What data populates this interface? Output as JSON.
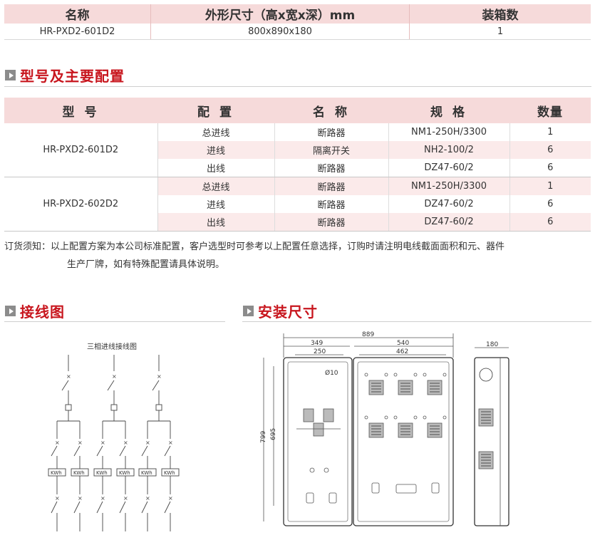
{
  "top_table": {
    "headers": [
      "名称",
      "外形尺寸（高x宽x深）mm",
      "装箱数"
    ],
    "row": [
      "HR-PXD2-601D2",
      "800x890x180",
      "1"
    ]
  },
  "section1": {
    "title": "型号及主要配置"
  },
  "config_table": {
    "headers": [
      "型 号",
      "配 置",
      "名 称",
      "规 格",
      "数量"
    ],
    "groups": [
      {
        "model": "HR-PXD2-601D2",
        "rows": [
          [
            "总进线",
            "断路器",
            "NM1-250H/3300",
            "1"
          ],
          [
            "进线",
            "隔离开关",
            "NH2-100/2",
            "6"
          ],
          [
            "出线",
            "断路器",
            "DZ47-60/2",
            "6"
          ]
        ]
      },
      {
        "model": "HR-PXD2-602D2",
        "rows": [
          [
            "总进线",
            "断路器",
            "NM1-250H/3300",
            "1"
          ],
          [
            "进线",
            "断路器",
            "DZ47-60/2",
            "6"
          ],
          [
            "出线",
            "断路器",
            "DZ47-60/2",
            "6"
          ]
        ]
      }
    ]
  },
  "note": {
    "line1": "订货须知：以上配置方案为本公司标准配置，客户选型时可参考以上配置任意选择，订购时请注明电线截面面积和元、器件",
    "line2": "生产厂牌，如有特殊配置请具体说明。"
  },
  "section2": {
    "title": "接线图"
  },
  "section3": {
    "title": "安装尺寸"
  },
  "wiring": {
    "title": "三相进线接线图",
    "meter_label": "KWh"
  },
  "dims": {
    "width": "889",
    "left_part": "349",
    "right_part": "540",
    "inner_left": "250",
    "inner_right": "462",
    "height": "799",
    "inner_height": "695",
    "hole": "Ø10",
    "depth": "180"
  },
  "colors": {
    "accent": "#c8161e",
    "header_bg": "#f6dada",
    "row_pink": "#fbeaea"
  }
}
